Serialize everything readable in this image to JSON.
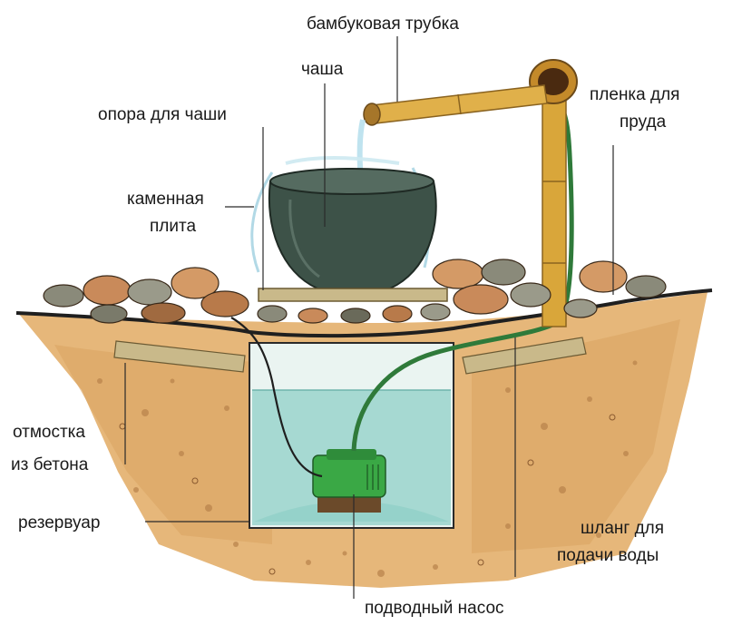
{
  "labels": {
    "bamboo_tube": "бамбуковая трубка",
    "bowl": "чаша",
    "bowl_support": "опора для чаши",
    "pond_liner_1": "пленка для",
    "pond_liner_2": "пруда",
    "stone_slab_1": "каменная",
    "stone_slab_2": "плита",
    "concrete_1": "отмостка",
    "concrete_2": "из бетона",
    "reservoir": "резервуар",
    "hose_1": "шланг для",
    "hose_2": "подачи воды",
    "pump": "подводный насос"
  },
  "colors": {
    "gravel": "#e6b77a",
    "water": "#a6d9d2",
    "bowl": "#3d5248",
    "bamboo": "#d9a63a",
    "pump": "#3aa845",
    "hose": "#2f7a3a",
    "liner": "#1f1f1f",
    "slab": "#c9b98a"
  }
}
